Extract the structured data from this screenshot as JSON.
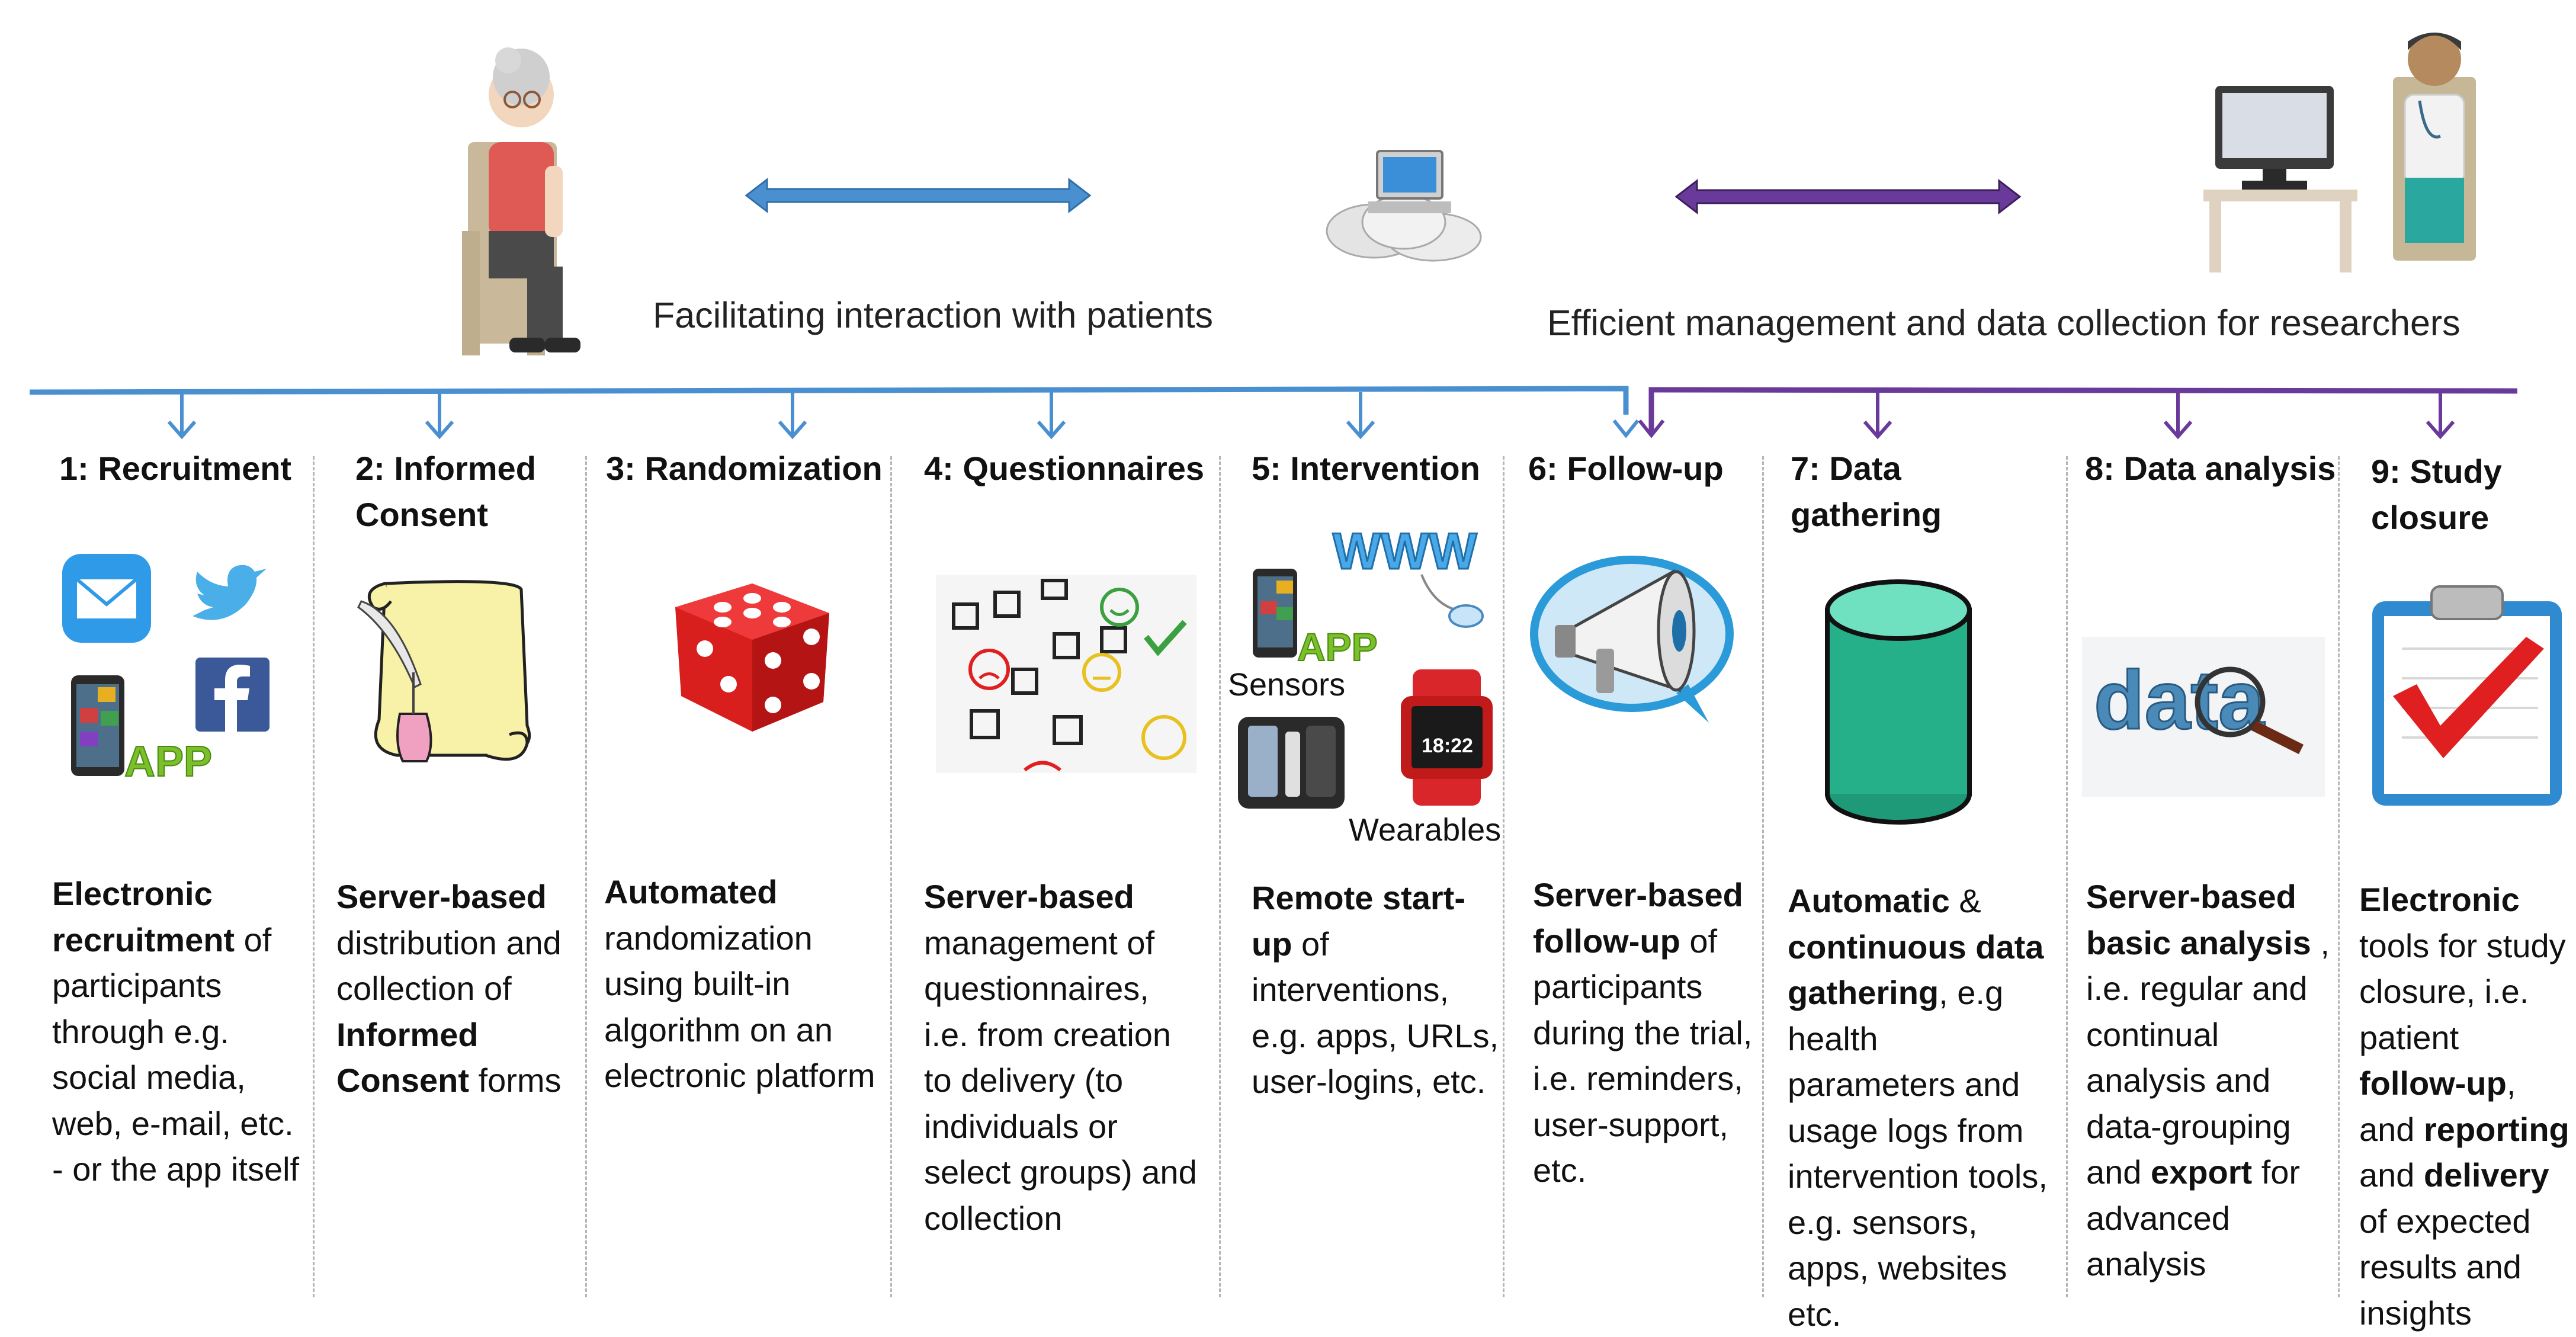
{
  "banner_left": "Facilitating interaction with patients",
  "banner_right": "Efficient management and data collection for researchers",
  "colors": {
    "blue": "#4a90d0",
    "purple": "#6a3a9a"
  },
  "icon_labels": {
    "app": "APP",
    "sensors": "Sensors",
    "wearables": "Wearables",
    "www": "WWW",
    "data": "data",
    "watch_time": "18:22"
  },
  "steps": [
    {
      "title": "1: Recruitment",
      "desc": [
        {
          "b": "Electronic"
        },
        {
          "t": " "
        },
        {
          "b": "recruitment"
        },
        {
          "t": " of participants through e.g. social media, web, e-mail, etc. - or the app itself"
        }
      ]
    },
    {
      "title": "2: Informed Consent",
      "desc": [
        {
          "b": "Server-based"
        },
        {
          "t": " distribution and collection of "
        },
        {
          "b": "Informed Consent"
        },
        {
          "t": " forms"
        }
      ]
    },
    {
      "title": "3: Randomization",
      "desc": [
        {
          "b": "Automated"
        },
        {
          "t": " randomization using built-in algorithm on an electronic platform"
        }
      ]
    },
    {
      "title": "4: Questionnaires",
      "desc": [
        {
          "b": "Server-based"
        },
        {
          "t": " management of questionnaires, i.e. from creation to delivery (to individuals or select groups) and collection"
        }
      ]
    },
    {
      "title": "5: Intervention",
      "desc": [
        {
          "b": "Remote start-up"
        },
        {
          "t": " of interventions, e.g. apps, URLs, user-logins, etc."
        }
      ]
    },
    {
      "title": "6: Follow-up",
      "desc": [
        {
          "b": "Server-based follow-up"
        },
        {
          "t": " of participants during the trial, i.e. reminders, user-support, etc."
        }
      ]
    },
    {
      "title": "7: Data gathering",
      "desc": [
        {
          "b": "Automatic"
        },
        {
          "t": " & "
        },
        {
          "b": "continuous data gathering"
        },
        {
          "t": ", e.g health parameters and usage logs from intervention tools, e.g. sensors, apps, websites etc."
        }
      ]
    },
    {
      "title": "8: Data analysis",
      "desc": [
        {
          "b": "Server-based basic analysis"
        },
        {
          "t": " , i.e. regular and continual analysis and data-grouping and "
        },
        {
          "b": "export"
        },
        {
          "t": " for advanced analysis"
        }
      ]
    },
    {
      "title": "9: Study closure",
      "desc": [
        {
          "b": "Electronic"
        },
        {
          "t": " tools for study closure, i.e. patient "
        },
        {
          "b": "follow-up"
        },
        {
          "t": ", and "
        },
        {
          "b": "reporting"
        },
        {
          "t": " and "
        },
        {
          "b": "delivery"
        },
        {
          "t": " of expected results and insights"
        }
      ]
    }
  ]
}
